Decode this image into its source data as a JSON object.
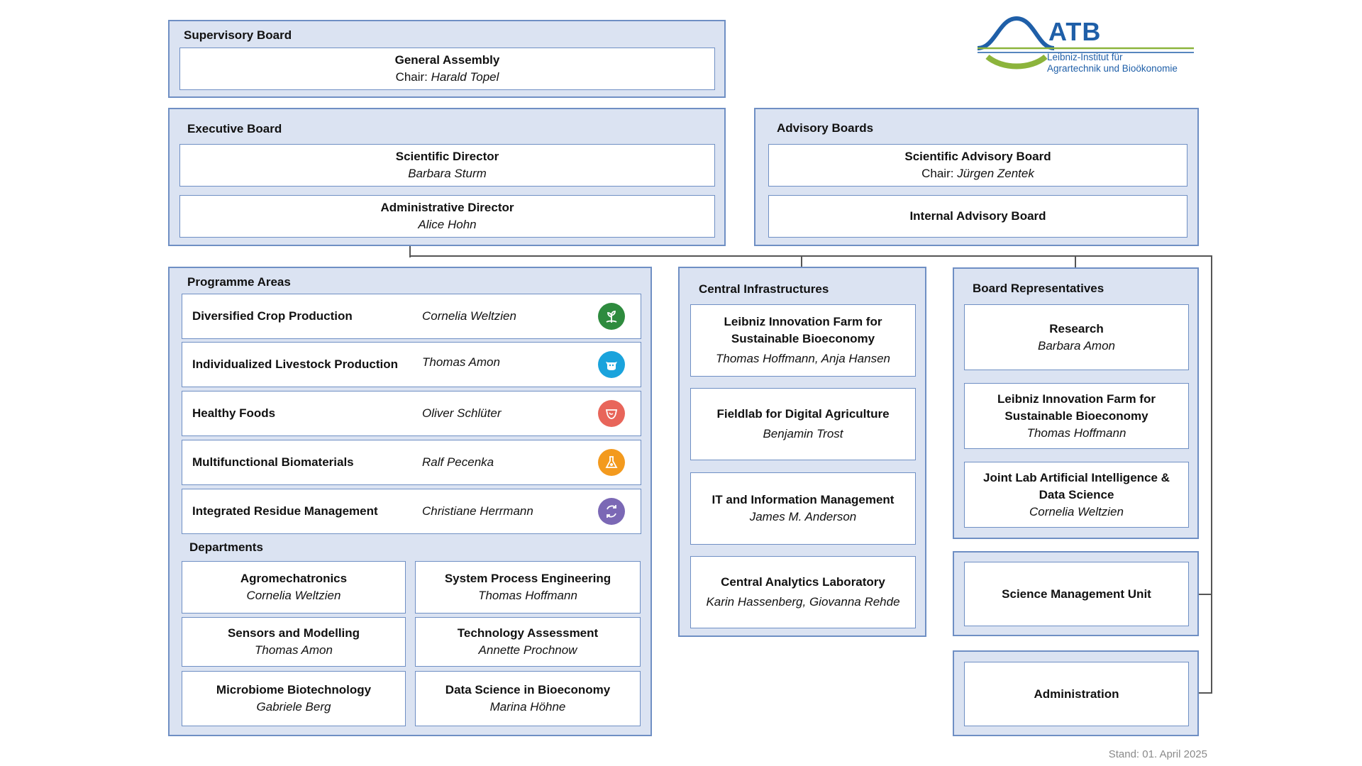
{
  "logo": {
    "name": "ATB",
    "line1": "Leibniz-Institut für",
    "line2": "Agrartechnik und Bioökonomie",
    "blue": "#1f5fa8",
    "green": "#8cb43c"
  },
  "supervisory": {
    "title": "Supervisory Board",
    "assembly": {
      "name": "General Assembly",
      "chair_label": "Chair: ",
      "chair": "Harald Topel"
    }
  },
  "executive": {
    "title": "Executive Board",
    "scientific": {
      "role": "Scientific Director",
      "person": "Barbara Sturm"
    },
    "administrative": {
      "role": "Administrative Director",
      "person": "Alice Hohn"
    }
  },
  "advisory": {
    "title": "Advisory Boards",
    "scientific": {
      "name": "Scientific Advisory Board",
      "chair_label": "Chair: ",
      "chair": "Jürgen Zentek"
    },
    "internal": {
      "name": "Internal Advisory Board"
    }
  },
  "programme": {
    "title": "Programme Areas",
    "items": [
      {
        "name": "Diversified Crop Production",
        "person": "Cornelia Weltzien",
        "icon": "crop-icon",
        "color": "#2e8b3e"
      },
      {
        "name": "Individualized Livestock Production",
        "person": "Thomas Amon",
        "icon": "livestock-icon",
        "color": "#1aa3dc"
      },
      {
        "name": "Healthy Foods",
        "person": "Oliver Schlüter",
        "icon": "food-icon",
        "color": "#e8655a"
      },
      {
        "name": "Multifunctional Biomaterials",
        "person": "Ralf Pecenka",
        "icon": "biomaterials-icon",
        "color": "#f39a1e"
      },
      {
        "name": "Integrated Residue Management",
        "person": "Christiane Herrmann",
        "icon": "residue-icon",
        "color": "#7b68b5"
      }
    ]
  },
  "departments": {
    "title": "Departments",
    "items": [
      {
        "name": "Agromechatronics",
        "person": "Cornelia Weltzien"
      },
      {
        "name": "System Process Engineering",
        "person": "Thomas Hoffmann"
      },
      {
        "name": "Sensors and Modelling",
        "person": "Thomas Amon"
      },
      {
        "name": "Technology Assessment",
        "person": "Annette Prochnow"
      },
      {
        "name": "Microbiome Biotechnology",
        "person": "Gabriele Berg"
      },
      {
        "name": "Data Science in Bioeconomy",
        "person": "Marina Höhne"
      }
    ]
  },
  "central": {
    "title": "Central Infrastructures",
    "items": [
      {
        "name1": "Leibniz Innovation Farm for",
        "name2": "Sustainable Bioeconomy",
        "person": "Thomas Hoffmann, Anja Hansen"
      },
      {
        "name1": "Fieldlab for Digital Agriculture",
        "person": "Benjamin Trost"
      },
      {
        "name1": "IT and Information Management",
        "person": "James M. Anderson"
      },
      {
        "name1": "Central Analytics Laboratory",
        "person": "Karin Hassenberg, Giovanna Rehde"
      }
    ]
  },
  "representatives": {
    "title": "Board Representatives",
    "items": [
      {
        "name1": "Research",
        "person": "Barbara Amon"
      },
      {
        "name1": "Leibniz Innovation Farm for",
        "name2": "Sustainable Bioeconomy",
        "person": "Thomas Hoffmann"
      },
      {
        "name1": "Joint Lab Artificial Intelligence &",
        "name2": "Data Science",
        "person": "Cornelia Weltzien"
      }
    ]
  },
  "science_management": "Science Management Unit",
  "administration": "Administration",
  "stand": "Stand: 01. April 2025"
}
